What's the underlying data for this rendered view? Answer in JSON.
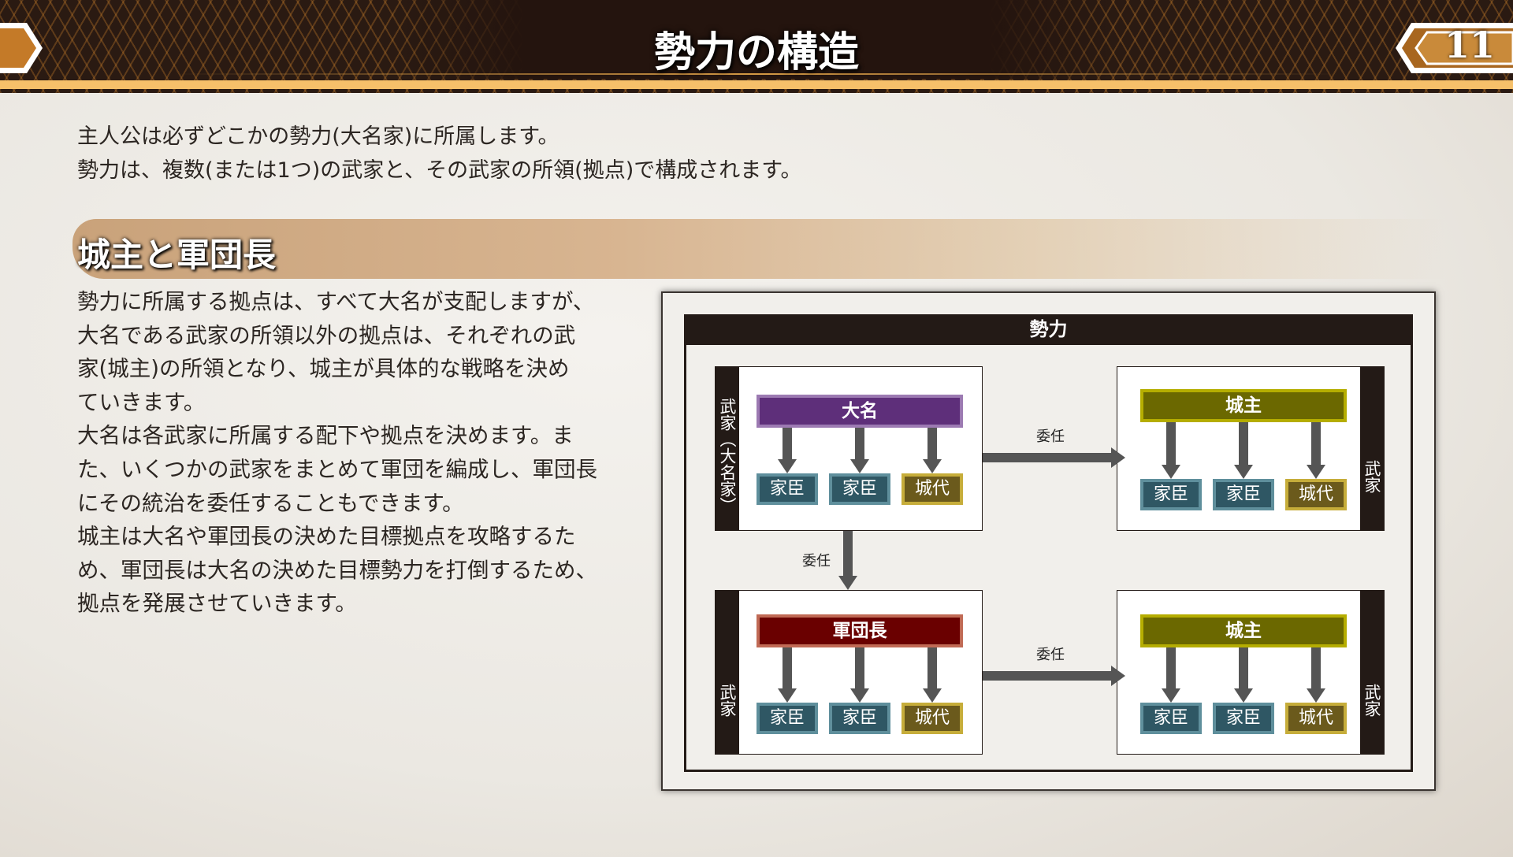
{
  "header": {
    "title": "勢力の構造",
    "page_number": "11",
    "back_icon": "chevron-left-tab",
    "colors": {
      "band": "#24140e",
      "stripe": "#f6c06a",
      "accent": "#c77e2a"
    }
  },
  "intro": [
    "主人公は必ずどこかの勢力(大名家)に所属します。",
    "勢力は、複数(または1つ)の武家と、その武家の所領(拠点)で構成されます。"
  ],
  "section": {
    "title": "城主と軍団長",
    "paragraph": [
      "勢力に所属する拠点は、すべて大名が支配しますが、",
      "大名である武家の所領以外の拠点は、それぞれの武",
      "家(城主)の所領となり、城主が具体的な戦略を決め",
      "ていきます。",
      "大名は各武家に所属する配下や拠点を決めます。ま",
      "た、いくつかの武家をまとめて軍団を編成し、軍団長",
      "にその統治を委任することもできます。",
      "城主は大名や軍団長の決めた目標拠点を攻略するた",
      "め、軍団長は大名の決めた目標勢力を打倒するため、",
      "拠点を発展させていきます。"
    ]
  },
  "diagram": {
    "title": "勢力",
    "delegate_label": "委任",
    "boxes": [
      {
        "side": "武家（大名家）",
        "lead": "大名",
        "lead_color": "#5e2f7a",
        "lead_border": "#9c7ab2",
        "subs": [
          "家臣",
          "家臣",
          "城代"
        ]
      },
      {
        "side": "武家",
        "lead": "城主",
        "lead_color": "#6b6800",
        "lead_border": "#b5ad00",
        "subs": [
          "家臣",
          "家臣",
          "城代"
        ]
      },
      {
        "side": "武家",
        "lead": "軍団長",
        "lead_color": "#6a0000",
        "lead_border": "#c06a55",
        "subs": [
          "家臣",
          "家臣",
          "城代"
        ]
      },
      {
        "side": "武家",
        "lead": "城主",
        "lead_color": "#6b6800",
        "lead_border": "#b5ad00",
        "subs": [
          "家臣",
          "家臣",
          "城代"
        ]
      }
    ]
  }
}
